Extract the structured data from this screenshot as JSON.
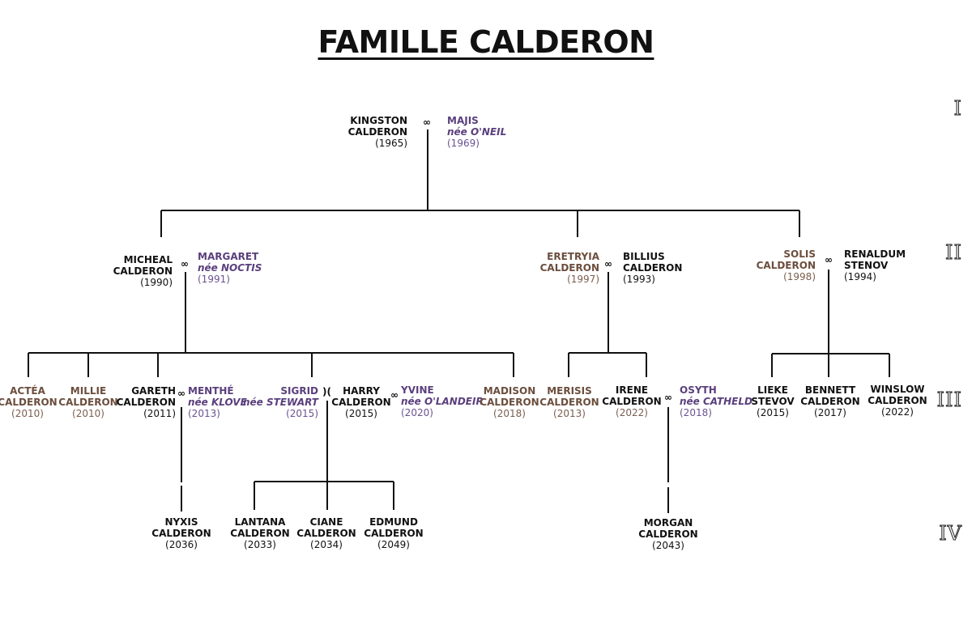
{
  "title": "FAMILLE CALDERON",
  "colors": {
    "male": "#111111",
    "female": "#6b4e3d",
    "spouse": "#5a3f7d"
  },
  "symbols": {
    "marriage": "∞",
    "divorce": ")("
  },
  "generations": [
    "I",
    "II",
    "III",
    "IV"
  ],
  "people": {
    "kingston": {
      "first": "KINGSTON",
      "last": "CALDERON",
      "year": "(1965)"
    },
    "majis": {
      "first": "MAJIS",
      "nee": "née O'NEIL",
      "year": "(1969)"
    },
    "micheal": {
      "first": "MICHEAL",
      "last": "CALDERON",
      "year": "(1990)"
    },
    "margaret": {
      "first": "MARGARET",
      "nee": "née NOCTIS",
      "year": "(1991)"
    },
    "eretryia": {
      "first": "ERETRYIA",
      "last": "CALDERON",
      "year": "(1997)"
    },
    "billius": {
      "first": "BILLIUS",
      "last": "CALDERON",
      "year": "(1993)"
    },
    "solis": {
      "first": "SOLIS",
      "last": "CALDERON",
      "year": "(1998)"
    },
    "renaldum": {
      "first": "RENALDUM",
      "last": "STENOV",
      "year": "(1994)"
    },
    "actea": {
      "first": "ACTÉA",
      "last": "CALDERON",
      "year": "(2010)"
    },
    "millie": {
      "first": "MILLIE",
      "last": "CALDERON",
      "year": "(2010)"
    },
    "gareth": {
      "first": "GARETH",
      "last": "CALDERON",
      "year": "(2011)"
    },
    "menthe": {
      "first": "MENTHÉ",
      "nee": "née KLOVE",
      "year": "(2013)"
    },
    "sigrid": {
      "first": "SIGRID",
      "nee": "née STEWART",
      "year": "(2015)"
    },
    "harry": {
      "first": "HARRY",
      "last": "CALDERON",
      "year": "(2015)"
    },
    "yvine": {
      "first": "YVINE",
      "nee": "née O'LANDEIR",
      "year": "(2020)"
    },
    "madison": {
      "first": "MADISON",
      "last": "CALDERON",
      "year": "(2018)"
    },
    "merisis": {
      "first": "MERISIS",
      "last": "CALDERON",
      "year": "(2013)"
    },
    "irene": {
      "first": "IRENE",
      "last": "CALDERON",
      "year": "(2022)"
    },
    "osyth": {
      "first": "OSYTH",
      "nee": "née CATHELD",
      "year": "(2018)"
    },
    "lieke": {
      "first": "LIEKE",
      "last": "STEVOV",
      "year": "(2015)"
    },
    "bennett": {
      "first": "BENNETT",
      "last": "CALDERON",
      "year": "(2017)"
    },
    "winslow": {
      "first": "WINSLOW",
      "last": "CALDERON",
      "year": "(2022)"
    },
    "nyxis": {
      "first": "NYXIS",
      "last": "CALDERON",
      "year": "(2036)"
    },
    "lantana": {
      "first": "LANTANA",
      "last": "CALDERON",
      "year": "(2033)"
    },
    "ciane": {
      "first": "CIANE",
      "last": "CALDERON",
      "year": "(2034)"
    },
    "edmund": {
      "first": "EDMUND",
      "last": "CALDERON",
      "year": "(2049)"
    },
    "morgan": {
      "first": "MORGAN",
      "last": "CALDERON",
      "year": "(2043)"
    }
  }
}
